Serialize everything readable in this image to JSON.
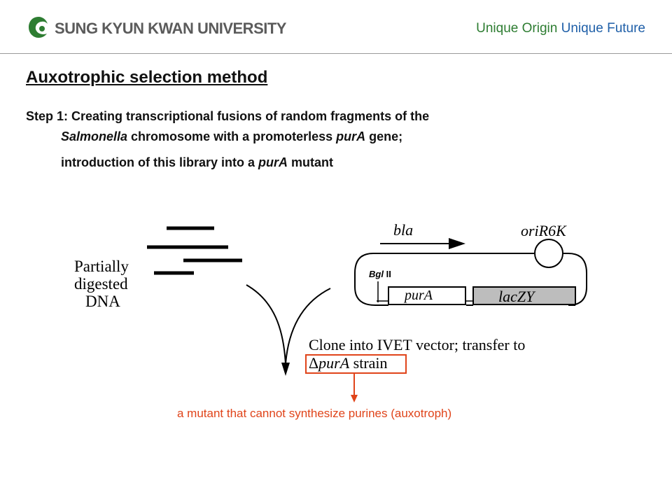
{
  "header": {
    "university_name": "SUNG KYUN KWAN UNIVERSITY",
    "slogan_part1": "Unique Origin",
    "slogan_part2": "Unique Future",
    "brand_green": "#2e7d32",
    "brand_blue": "#1f5fa8"
  },
  "slide": {
    "title": "Auxotrophic selection method",
    "step_label": "Step 1:",
    "line1": "Creating transcriptional fusions of random fragments of the",
    "line2_italic1": "Salmonella",
    "line2_text1": " chromosome with a promoterless ",
    "line2_italic2": "purA",
    "line2_text2": " gene;",
    "line3_text1": "introduction of this library into a ",
    "line3_italic": "purA",
    "line3_text2": " mutant"
  },
  "diagram": {
    "dna_label_line1": "Partially",
    "dna_label_line2": "digested",
    "dna_label_line3": "DNA",
    "bla_label": "bla",
    "ori_label": "oriR6K",
    "bgl_label": "Bgl",
    "bgl_suffix": "II",
    "pura_label": "purA",
    "lacz_label": "lacZY",
    "clone_line1": "Clone into IVET vector; transfer to",
    "clone_line2_delta": "Δ",
    "clone_line2_italic": "purA",
    "clone_line2_text": " strain"
  },
  "annotation": {
    "text": "a mutant that cannot synthesize purines (auxotroph)",
    "color": "#e0441a"
  }
}
